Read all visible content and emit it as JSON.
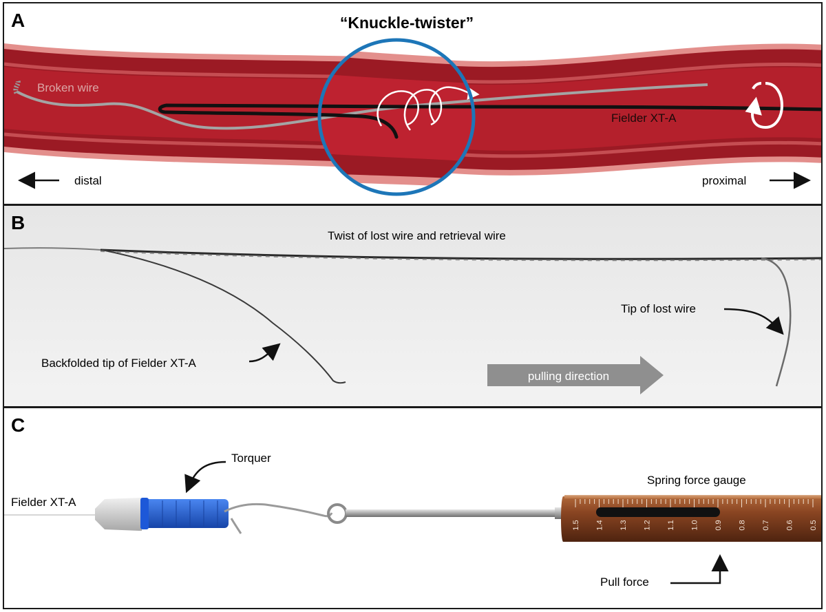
{
  "panel_a": {
    "letter": "A",
    "title": "“Knuckle-twister”",
    "broken_wire": "Broken wire",
    "fielder": "Fielder XT-A",
    "distal": "distal",
    "proximal": "proximal"
  },
  "panel_b": {
    "letter": "B",
    "twist": "Twist of lost wire and retrieval wire",
    "tip_lost": "Tip of lost wire",
    "backfolded": "Backfolded tip of Fielder XT-A",
    "pulling": "pulling direction"
  },
  "panel_c": {
    "letter": "C",
    "torquer": "Torquer",
    "fielder": "Fielder XT-A",
    "gauge": "Spring force gauge",
    "pull_force": "Pull force",
    "scale_ticks": [
      "1.5",
      "1.4",
      "1.3",
      "1.2",
      "1.1",
      "1.0",
      "0.9",
      "0.8",
      "0.7",
      "0.6",
      "0.5"
    ]
  },
  "colors": {
    "vessel_dark": "#8e1620",
    "vessel_mid": "#b0202b",
    "vessel_rim": "#e38f8c",
    "circle": "#1d76b8",
    "gauge": "#8a4522",
    "torquer": "#1f5fd0"
  }
}
